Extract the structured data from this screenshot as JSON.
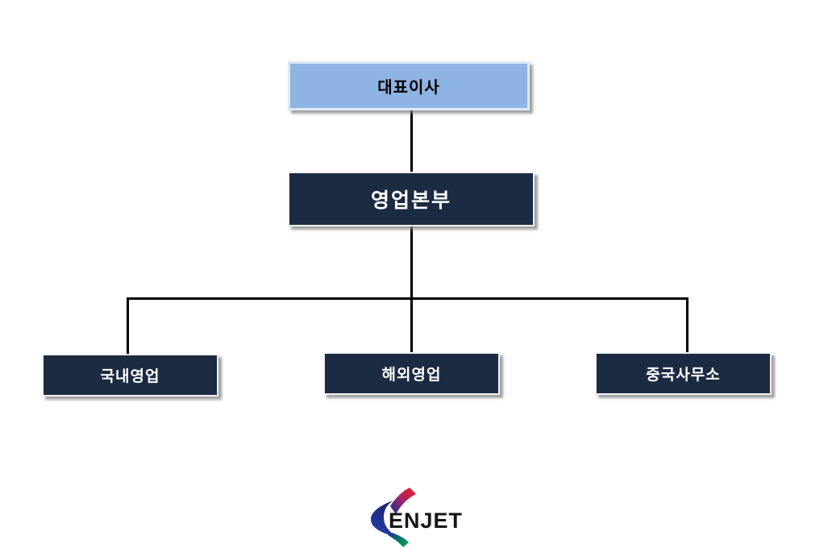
{
  "diagram": {
    "type": "org-chart",
    "nodes": {
      "ceo": {
        "label": "대표이사",
        "level": 1
      },
      "division": {
        "label": "영업본부",
        "level": 2
      },
      "domestic": {
        "label": "국내영업",
        "level": 3
      },
      "overseas": {
        "label": "해외영업",
        "level": 3
      },
      "china": {
        "label": "중국사무소",
        "level": 3
      }
    },
    "edges": [
      {
        "from": "ceo",
        "to": "division"
      },
      {
        "from": "division",
        "to": "domestic"
      },
      {
        "from": "division",
        "to": "overseas"
      },
      {
        "from": "division",
        "to": "china"
      }
    ]
  },
  "logo": {
    "text": "ENJET",
    "icon": "enjet-ribbon-swoosh-icon"
  },
  "colors": {
    "ceo_box_fill": "#8EB4E3",
    "ceo_box_border": "#DCE9F8",
    "dark_box_fill": "#1B2B41",
    "dark_box_border": "#EFF1F3",
    "connector": "#000000",
    "background": "#FFFFFF",
    "logo_blue_dark": "#1A2470",
    "logo_blue": "#2540A8",
    "logo_red": "#EA1C24",
    "logo_green": "#00A14B",
    "logo_text": "#161616"
  }
}
